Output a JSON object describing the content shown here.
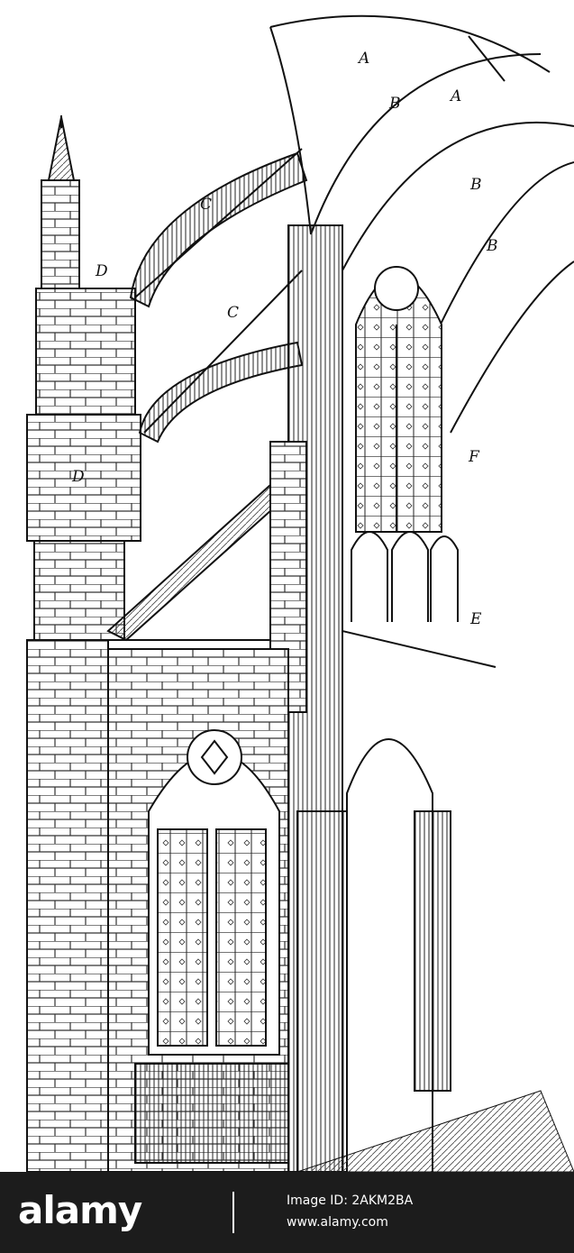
{
  "figure": {
    "labels": {
      "A1": "A",
      "A2": "A",
      "B1": "B",
      "B2": "B",
      "B3": "B",
      "C1": "C",
      "C2": "C",
      "D1": "D",
      "D2": "D",
      "E": "E",
      "F": "F"
    }
  },
  "footer": {
    "brand": "alamy",
    "image_id": "Image ID: 2AKM2BA",
    "site": "www.alamy.com"
  }
}
